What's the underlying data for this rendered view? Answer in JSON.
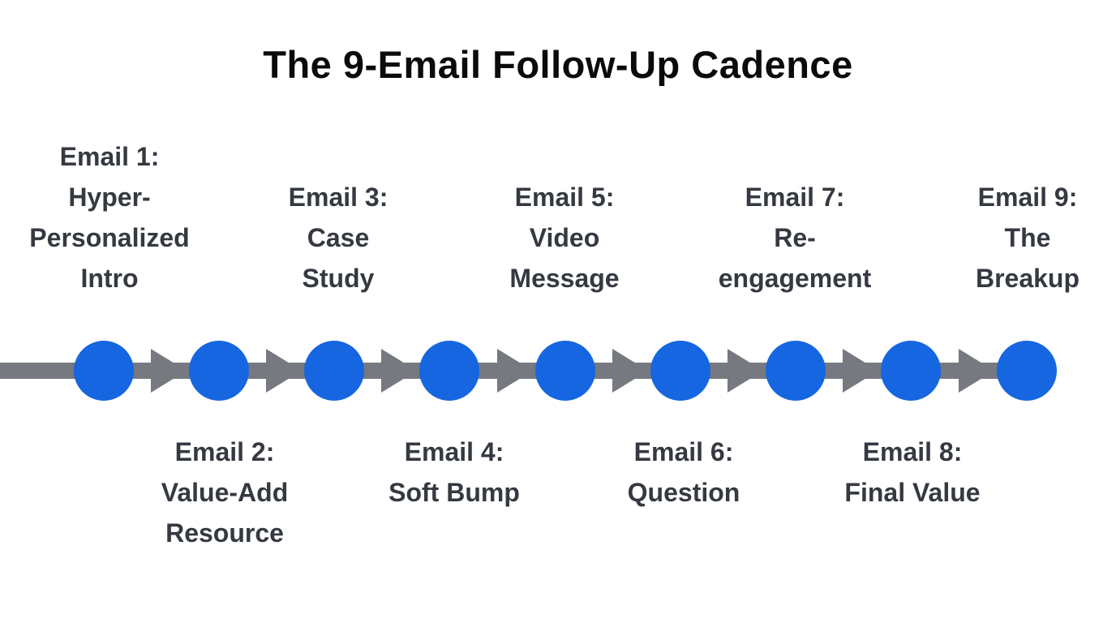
{
  "title": "The 9-Email Follow-Up Cadence",
  "colors": {
    "accent-blue": "#1566e0",
    "arrow-gray": "#76797f",
    "text-dark": "#353941",
    "title-black": "#0b0b0d"
  },
  "chart_data": {
    "type": "table",
    "title": "The 9-Email Follow-Up Cadence",
    "layout": "horizontal timeline, 9 blue circular nodes connected by gray right-pointing arrows; odd emails labeled above the line, even emails labeled below",
    "steps": [
      {
        "step": 1,
        "label": "Email 1: Hyper-Personalized Intro",
        "position": "above"
      },
      {
        "step": 2,
        "label": "Email 2: Value-Add Resource",
        "position": "below"
      },
      {
        "step": 3,
        "label": "Email 3: Case Study",
        "position": "above"
      },
      {
        "step": 4,
        "label": "Email 4: Soft Bump",
        "position": "below"
      },
      {
        "step": 5,
        "label": "Email 5: Video Message",
        "position": "above"
      },
      {
        "step": 6,
        "label": "Email 6: Question",
        "position": "below"
      },
      {
        "step": 7,
        "label": "Email 7: Re-engagement",
        "position": "above"
      },
      {
        "step": 8,
        "label": "Email 8: Final Value",
        "position": "below"
      },
      {
        "step": 9,
        "label": "Email 9: The Breakup",
        "position": "above"
      }
    ]
  },
  "nodes": [
    {
      "id": 1,
      "position": "above",
      "label": "Email 1:\nHyper-\nPersonalized\nIntro"
    },
    {
      "id": 2,
      "position": "below",
      "label": "Email 2:\nValue-Add\nResource"
    },
    {
      "id": 3,
      "position": "above",
      "label": "Email 3:\nCase\nStudy"
    },
    {
      "id": 4,
      "position": "below",
      "label": "Email 4:\nSoft Bump"
    },
    {
      "id": 5,
      "position": "above",
      "label": "Email 5:\nVideo\nMessage"
    },
    {
      "id": 6,
      "position": "below",
      "label": "Email 6:\nQuestion"
    },
    {
      "id": 7,
      "position": "above",
      "label": "Email 7:\nRe-\nengagement"
    },
    {
      "id": 8,
      "position": "below",
      "label": "Email 8:\nFinal Value"
    },
    {
      "id": 9,
      "position": "above",
      "label": "Email 9:\nThe\nBreakup"
    }
  ]
}
